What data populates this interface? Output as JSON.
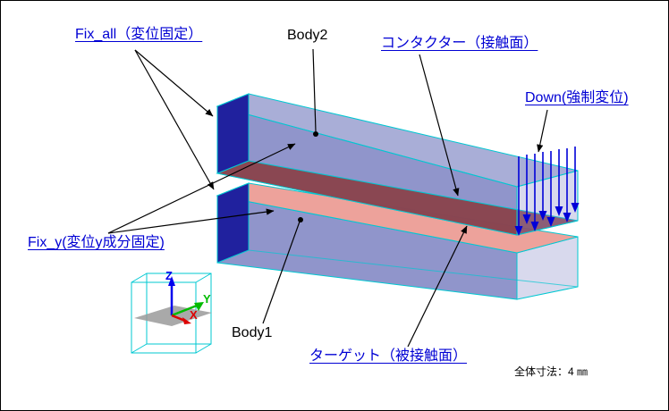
{
  "labels": {
    "fix_all": "Fix_all（変位固定）",
    "body2": "Body2",
    "contactor": "コンタクター（接触面）",
    "down": "Down(強制変位)",
    "fix_y": "Fix_y(変位y成分固定)",
    "body1": "Body1",
    "target": "ターゲット（被接触面）",
    "dimension_note": "全体寸法：4 ㎜"
  },
  "axis_triad": {
    "x": "X",
    "y": "Y",
    "z": "Z"
  },
  "colors": {
    "annotation_blue": "#0000d4",
    "annotation_black": "#000000",
    "wireframe_cyan": "#00c8d2",
    "body_front": "#7d82c2",
    "body_top": "#9aa0d0",
    "fixed_face_navy": "#20219e",
    "contactor_maroon": "#8a4048",
    "target_pink": "#eda29b",
    "displacement_arrow_blue": "#0000d8",
    "axis_x_red": "#dd0000",
    "axis_y_green": "#00bb00",
    "axis_z_blue": "#0000ee",
    "triad_plane_gray": "#9a9a9a",
    "background": "#ffffff"
  }
}
